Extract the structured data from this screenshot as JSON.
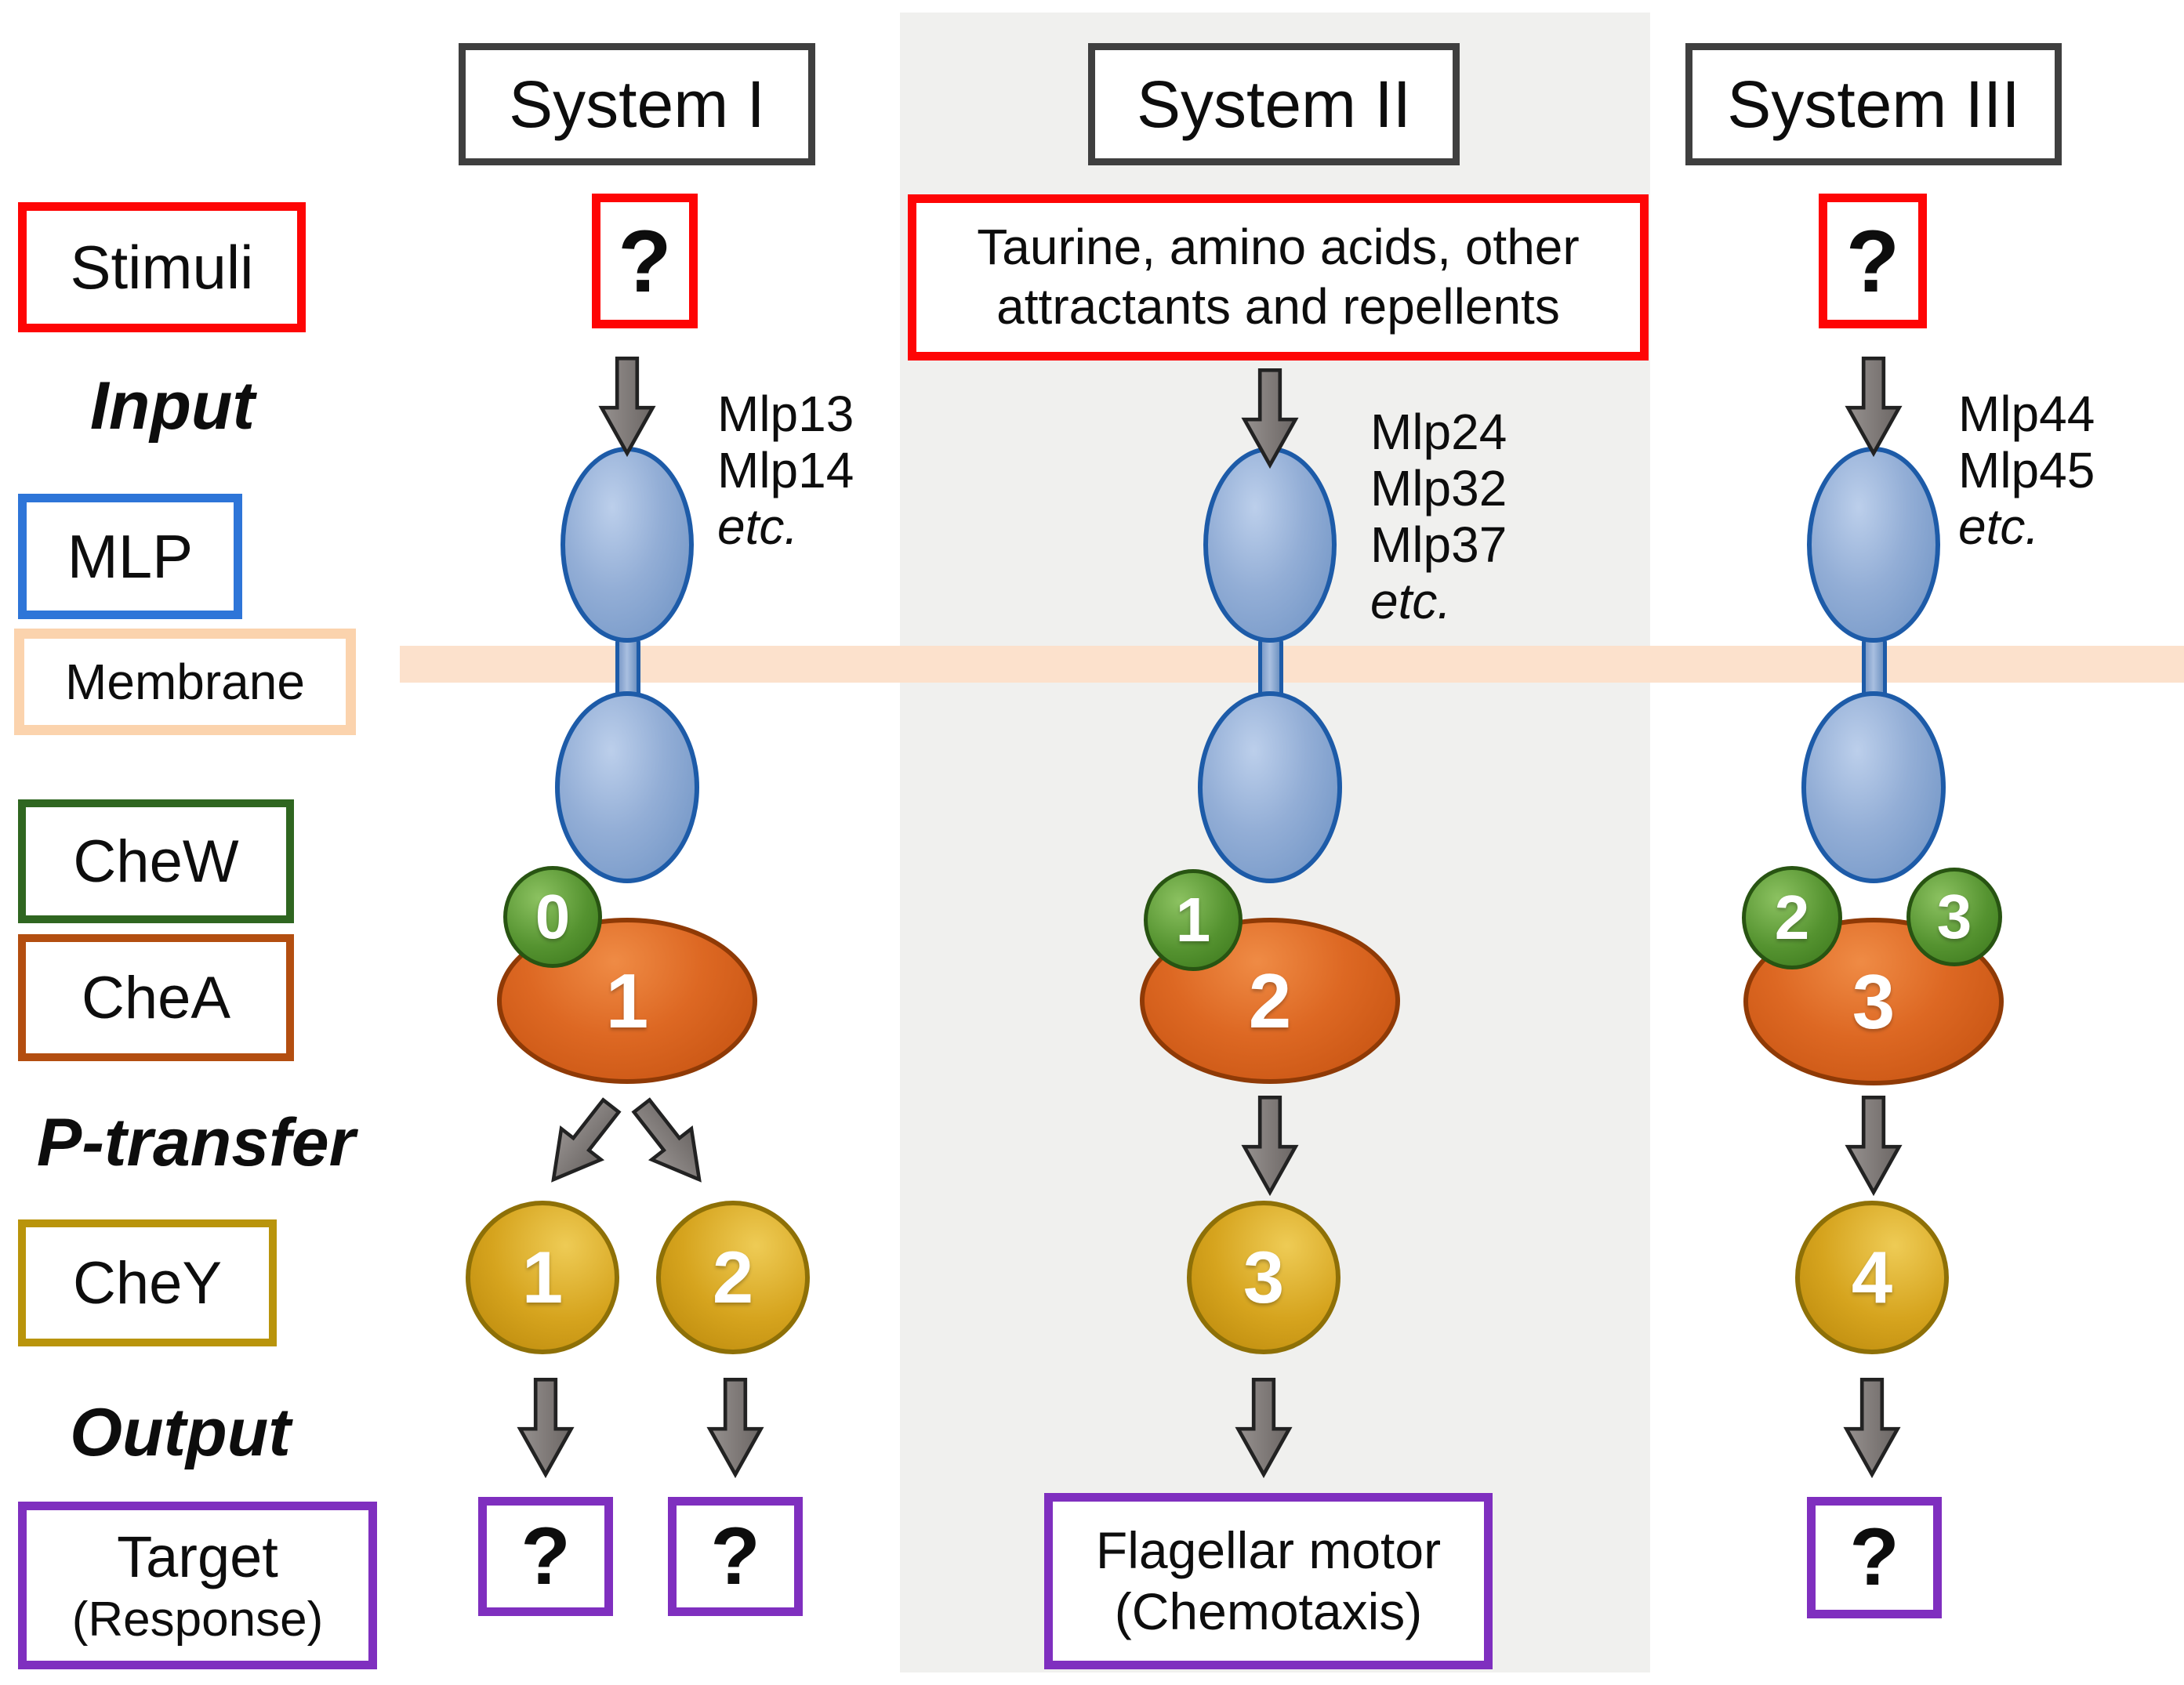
{
  "legend": {
    "stimuli_label": "Stimuli",
    "input_label": "Input",
    "mlp_label": "MLP",
    "membrane_label": "Membrane",
    "chew_label": "CheW",
    "chea_label": "CheA",
    "p_transfer_label": "P-transfer",
    "chey_label": "CheY",
    "output_label": "Output",
    "target_label_line1": "Target",
    "target_label_line2": "(Response)"
  },
  "systems": [
    {
      "name": "System I",
      "stimulus": "?",
      "mlp_labels": [
        "Mlp13",
        "Mlp14",
        "etc."
      ],
      "chew_numbers": [
        "0"
      ],
      "chea_number": "1",
      "chey_numbers": [
        "1",
        "2"
      ],
      "targets": [
        "?",
        "?"
      ]
    },
    {
      "name": "System II",
      "stimulus_line1": "Taurine, amino acids, other",
      "stimulus_line2": "attractants and repellents",
      "mlp_labels": [
        "Mlp24",
        "Mlp32",
        "Mlp37",
        "etc."
      ],
      "chew_numbers": [
        "1"
      ],
      "chea_number": "2",
      "chey_numbers": [
        "3"
      ],
      "target_line1": "Flagellar motor",
      "target_line2": "(Chemotaxis)"
    },
    {
      "name": "System III",
      "stimulus": "?",
      "mlp_labels": [
        "Mlp44",
        "Mlp45",
        "etc."
      ],
      "chew_numbers": [
        "2",
        "3"
      ],
      "chea_number": "3",
      "chey_numbers": [
        "4"
      ],
      "targets": [
        "?"
      ]
    }
  ],
  "colors": {
    "stimuli_accent": "#fe0505",
    "mlp_accent": "#2e75d8",
    "membrane_accent": "#fbd3ad",
    "membrane_band": "#fce1cc",
    "chew_accent": "#2f6620",
    "chea_accent": "#b34e10",
    "chey_accent": "#b9940b",
    "target_accent": "#7f2fbf",
    "header_border": "#3f3f3f",
    "receptor_blue": "#1d5ba8",
    "system2_background": "#f0f0ee",
    "arrow_gray": "#7e7977"
  }
}
